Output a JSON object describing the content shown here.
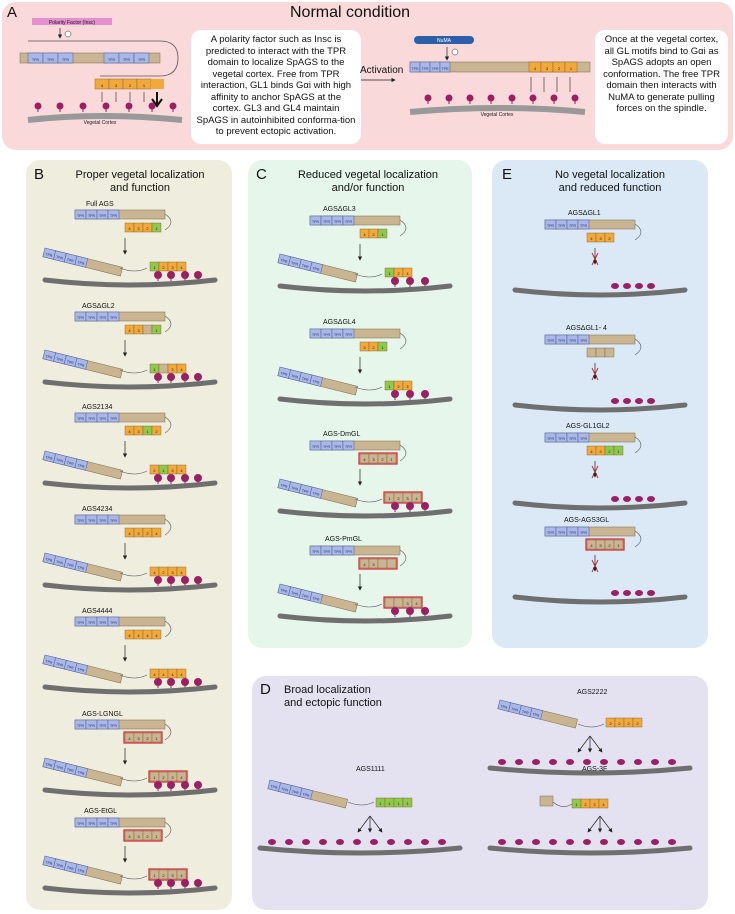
{
  "panels": {
    "a": {
      "letter": "A",
      "title": "Normal condition",
      "polarity_label": "Polarity Factor (Insc)",
      "cortex_label": "Vegetal Cortex",
      "activation_label": "Activation",
      "numa_label": "NuMA",
      "text_left": "A polarity factor such as Insc is predicted to interact with the TPR domain to localize SpAGS to the vegetal cortex. Free from TPR interaction, GL1 binds Gαi with high affinity to anchor SpAGS at the cortex. GL3 and GL4 maintain SpAGS in autoinhibited conforma-tion to prevent ectopic activation.",
      "text_right": "Once at the vegetal cortex, all GL motifs bind to Gαi as SpAGS adopts an open conformation. The free TPR domain then interacts with NuMA to generate pulling forces on the spindle."
    },
    "b": {
      "letter": "B",
      "title_line1": "Proper vegetal localization",
      "title_line2": "and function",
      "constructs": [
        "Full AGS",
        "AGSΔGL2",
        "AGS2134",
        "AGS4234",
        "AGS4444",
        "AGS-LGNGL",
        "AGS-EtGL"
      ]
    },
    "c": {
      "letter": "C",
      "title_line1": "Reduced vegetal localization",
      "title_line2": "and/or function",
      "constructs": [
        "AGSΔGL3",
        "AGSΔGL4",
        "AGS-DmGL",
        "AGS-PmGL"
      ]
    },
    "e": {
      "letter": "E",
      "title_line1": "No vegetal localization",
      "title_line2": "and reduced function",
      "constructs": [
        "AGSΔGL1",
        "AGSΔGL1- 4",
        "AGS-GL1GL2",
        "AGS-AGS3GL"
      ]
    },
    "d": {
      "letter": "D",
      "title_line1": "Broad localization",
      "title_line2": "and ectopic function",
      "constructs": [
        "AGS2222",
        "AGS1111",
        "AGS-3F"
      ]
    }
  },
  "tpr_label": "TPR",
  "colors": {
    "panel_a": "#f9d9da",
    "panel_b": "#efeede",
    "panel_c": "#e6f6ea",
    "panel_e": "#dbe9f6",
    "panel_d": "#e4e2f0",
    "tpr": "#aab8e8",
    "linker": "#c9b592",
    "gl_orange": "#f2a93b",
    "gl_green": "#8fc94a",
    "galpha": "#9c1f64",
    "cortex": "#6f6f6f",
    "mutant_border": "#d4232b",
    "numa": "#2d5fa8",
    "polarity": "#e58fcf"
  }
}
